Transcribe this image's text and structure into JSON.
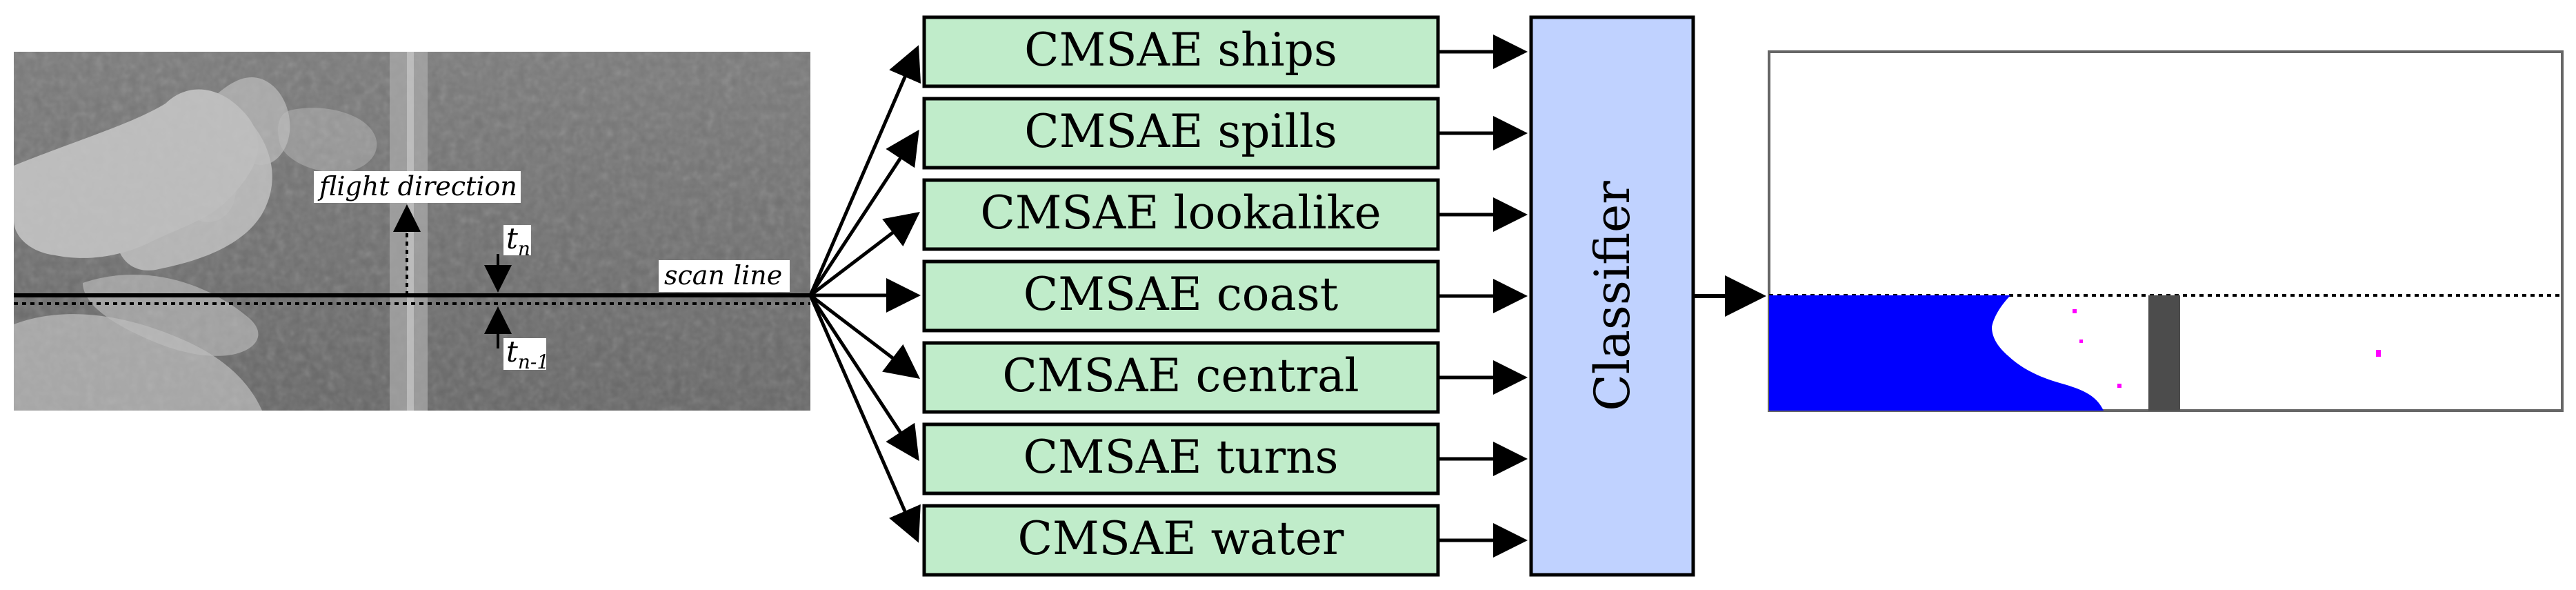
{
  "diagram": {
    "input_panel": {
      "labels": {
        "flight_direction": "flight direction",
        "scan_line": "scan line",
        "t_n": "t",
        "t_n_sub": "n",
        "t_n_minus_1": "t",
        "t_n_minus_1_sub": "n-1"
      }
    },
    "cmsae_boxes": [
      "CMSAE ships",
      "CMSAE spills",
      "CMSAE lookalike",
      "CMSAE coast",
      "CMSAE central",
      "CMSAE turns",
      "CMSAE water"
    ],
    "classifier": {
      "label": "Classifier"
    },
    "output_panel": {}
  },
  "colors": {
    "box_fill": "#c0ecca",
    "classifier_fill": "#c0d2ff",
    "output_blue": "#0000ff",
    "output_dark_bar": "#4c4c4c",
    "output_speck_magenta": "#ff00ff"
  }
}
